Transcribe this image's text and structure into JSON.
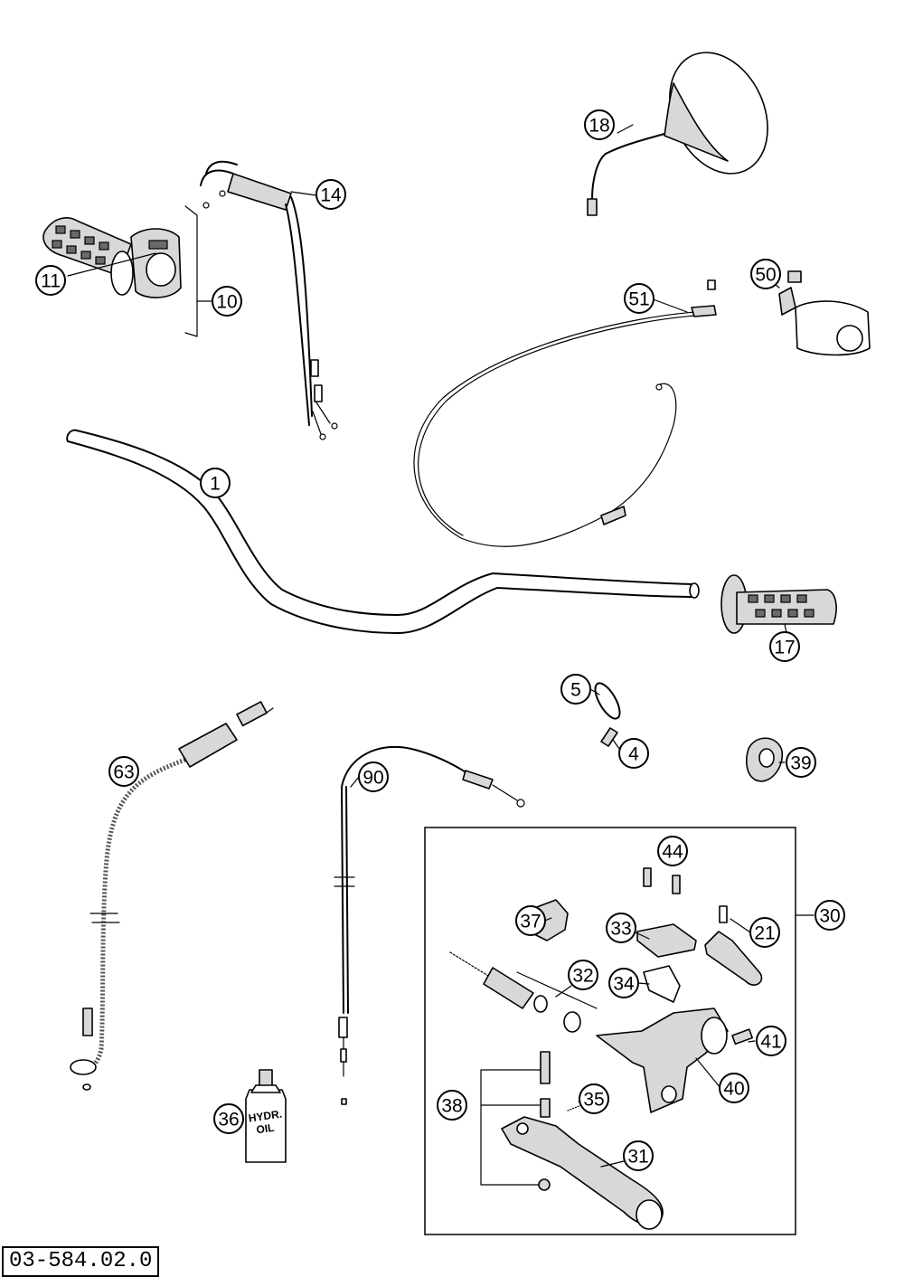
{
  "diagram_code": "03-584.02.0",
  "callouts": [
    {
      "id": "c1",
      "label": "1"
    },
    {
      "id": "c4",
      "label": "4"
    },
    {
      "id": "c5",
      "label": "5"
    },
    {
      "id": "c10",
      "label": "10"
    },
    {
      "id": "c11",
      "label": "11"
    },
    {
      "id": "c14",
      "label": "14"
    },
    {
      "id": "c17",
      "label": "17"
    },
    {
      "id": "c18",
      "label": "18"
    },
    {
      "id": "c21",
      "label": "21"
    },
    {
      "id": "c30",
      "label": "30"
    },
    {
      "id": "c31",
      "label": "31"
    },
    {
      "id": "c32",
      "label": "32"
    },
    {
      "id": "c33",
      "label": "33"
    },
    {
      "id": "c34",
      "label": "34"
    },
    {
      "id": "c35",
      "label": "35"
    },
    {
      "id": "c36",
      "label": "36"
    },
    {
      "id": "c37",
      "label": "37"
    },
    {
      "id": "c38",
      "label": "38"
    },
    {
      "id": "c39",
      "label": "39"
    },
    {
      "id": "c40",
      "label": "40"
    },
    {
      "id": "c41",
      "label": "41"
    },
    {
      "id": "c44",
      "label": "44"
    },
    {
      "id": "c50",
      "label": "50"
    },
    {
      "id": "c51",
      "label": "51"
    },
    {
      "id": "c63",
      "label": "63"
    },
    {
      "id": "c90",
      "label": "90"
    }
  ],
  "oil_bottle_label": [
    "HYDR.",
    "OIL"
  ]
}
